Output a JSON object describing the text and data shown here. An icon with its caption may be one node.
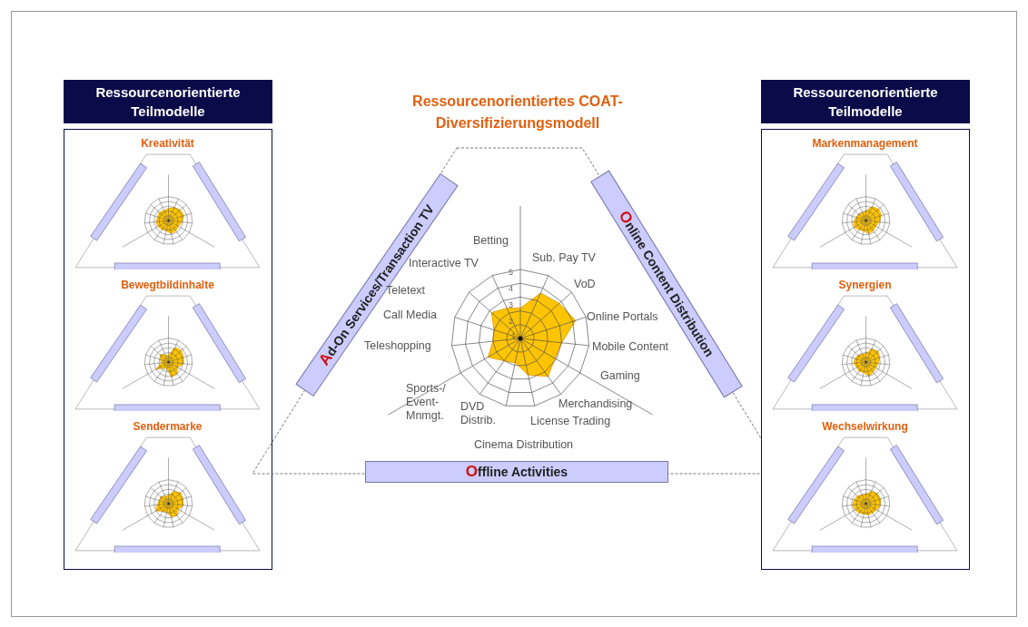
{
  "diagram": {
    "nodes": [
      {
        "text": [
          "Ressourcenorientierte Teilmodelle"
        ]
      },
      {
        "text": [
          "Kreativität"
        ],
        "in": 0
      },
      {
        "text": [
          "Bewegtbildinhalte"
        ],
        "in": 0
      },
      {
        "text": [
          "Sendermarke"
        ],
        "in": 0
      },
      {
        "text": [
          "Ressourcenorientiertes COAT-Diversifizierungsmodell"
        ]
      },
      {
        "text": [
          "Ad-On Services/Transaction TV"
        ],
        "in": 4
      },
      {
        "text": [
          "Online Content Distribution"
        ],
        "in": 4
      },
      {
        "text": [
          "Offline Activities"
        ],
        "in": 4
      },
      {
        "text": [
          "Ressourcenorientierte Teilmodelle"
        ]
      },
      {
        "text": [
          "Markenmanagement"
        ],
        "in": 8
      },
      {
        "text": [
          "Synergien"
        ],
        "in": 8
      },
      {
        "text": [
          "Wechselwirkung"
        ],
        "in": 8
      }
    ],
    "labels": [
      "Betting",
      "Sub. Pay TV",
      "VoD",
      "Online Portals",
      "Mobile Content",
      "Gaming",
      "Merchandising",
      "License Trading",
      "Cinema Distribution",
      "DVD Distrib.",
      "Sports-/ Event- Mnmgt.",
      "Teleshopping",
      "Call Media",
      "Teletext",
      "Interactive TV",
      "5",
      "4",
      "3",
      "2",
      "1"
    ]
  }
}
